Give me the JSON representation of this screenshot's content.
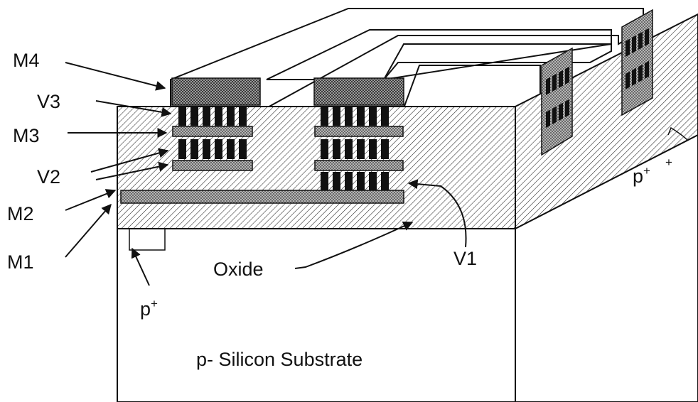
{
  "labels": {
    "m4": "M4",
    "v3": "V3",
    "m3": "M3",
    "v2": "V2",
    "m2": "M2",
    "m1": "M1",
    "oxide": "Oxide",
    "v1": "V1",
    "p_plus_left": "p",
    "p_plus_left_sup": "+",
    "p_plus_right": "p",
    "p_plus_right_sup": "+",
    "p_plus_right_extra": "+",
    "substrate": "p- Silicon Substrate"
  },
  "colors": {
    "line": "#111111",
    "via": "#111111",
    "metal": "#8a8a8a",
    "metal_dark": "#6e6e6e",
    "background": "#ffffff"
  }
}
